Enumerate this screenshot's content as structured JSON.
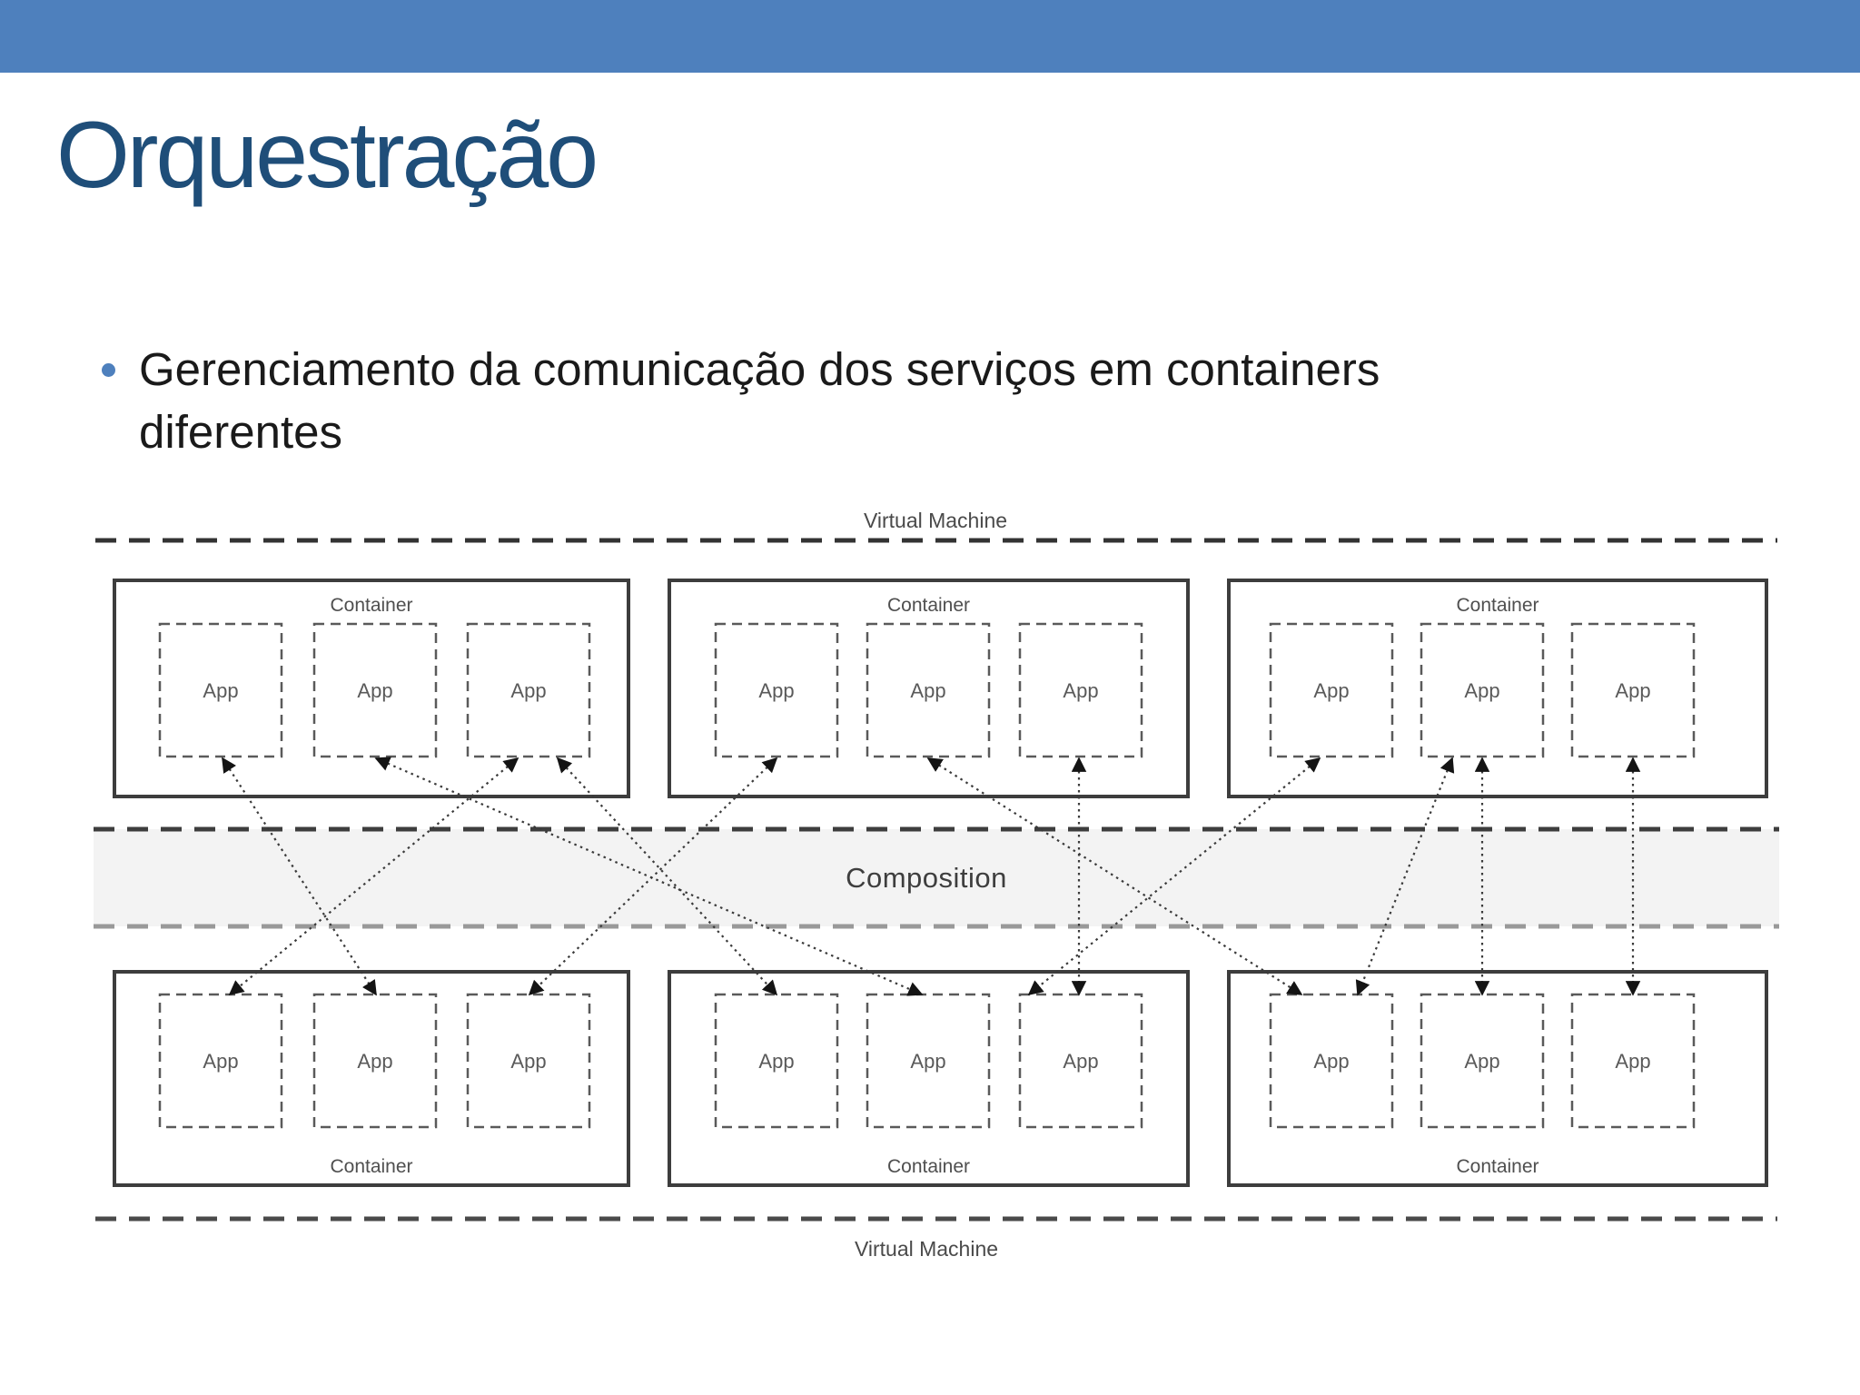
{
  "slide": {
    "title": "Orquestração",
    "title_color": "#1F4E79",
    "top_bar_color": "#4E80BD",
    "bullet_dot_color": "#4E80BD",
    "bullet_lines": [
      "Gerenciamento da comunicação dos serviços em containers",
      "diferentes"
    ]
  },
  "diagram": {
    "virtual_machine_label_top": "Virtual Machine",
    "virtual_machine_label_bottom": "Virtual Machine",
    "composition_label": "Composition",
    "container_label": "Container",
    "app_label": "App",
    "containers_top_count": 3,
    "containers_bottom_count": 3,
    "apps_per_container": 3,
    "line_color": "#3a3a3a",
    "band_fill": "#f3f3f3"
  }
}
